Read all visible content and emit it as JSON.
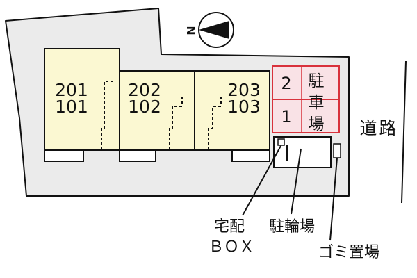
{
  "compass": {
    "north_label": "N",
    "icon": "north-arrow-icon"
  },
  "units": [
    {
      "upper": "201",
      "lower": "101"
    },
    {
      "upper": "202",
      "lower": "102"
    },
    {
      "upper": "203",
      "lower": "103"
    }
  ],
  "parking": {
    "title_chars": [
      "駐",
      "車",
      "場"
    ],
    "spaces": [
      "2",
      "1"
    ]
  },
  "road_label_chars": [
    "道",
    "路"
  ],
  "callouts": {
    "delivery_box_line1": "宅配",
    "delivery_box_line2": "ＢＯＸ",
    "bicycle_parking": "駐輪場",
    "garbage_area": "ゴミ置場"
  },
  "colors": {
    "site_fill": "#ebebeb",
    "building_fill": "#fbf8d2",
    "parking_fill": "#f9e2e6",
    "parking_stroke": "#d8323c",
    "line": "#111111"
  }
}
